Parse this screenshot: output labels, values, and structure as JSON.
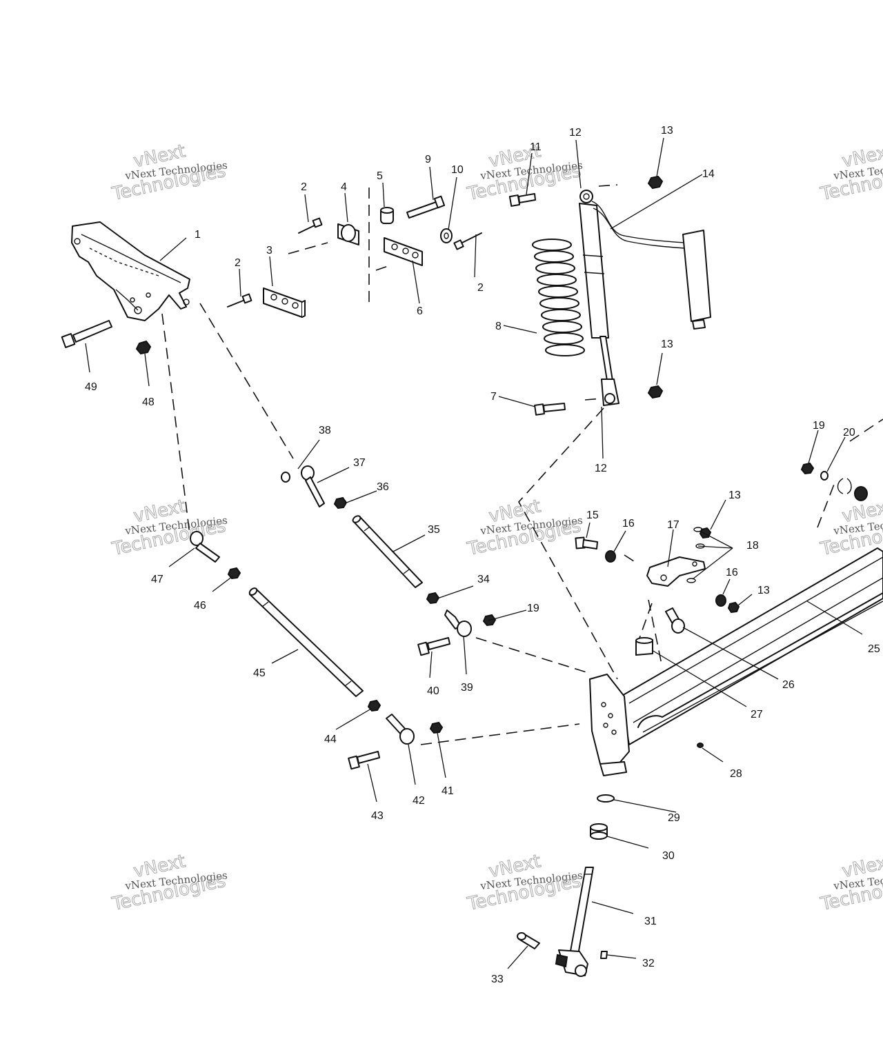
{
  "watermark": {
    "company": "vNext Technologies",
    "line1": "vNext",
    "line2": "Technologies"
  },
  "callouts": [
    "1",
    "2",
    "2",
    "2",
    "3",
    "4",
    "5",
    "6",
    "7",
    "8",
    "9",
    "10",
    "11",
    "12",
    "12",
    "13",
    "13",
    "13",
    "13",
    "14",
    "15",
    "16",
    "16",
    "17",
    "18",
    "19",
    "19",
    "20",
    "25",
    "26",
    "27",
    "28",
    "29",
    "30",
    "31",
    "32",
    "33",
    "34",
    "35",
    "36",
    "37",
    "38",
    "39",
    "40",
    "41",
    "42",
    "43",
    "44",
    "45",
    "46",
    "47",
    "48",
    "49"
  ],
  "colors": {
    "line": "#111111",
    "watermark": "#aaaaaa",
    "background": "#ffffff"
  }
}
